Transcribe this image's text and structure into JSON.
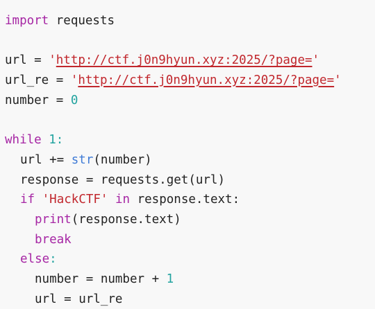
{
  "lines": [
    [
      "import",
      " requests"
    ],
    [
      ""
    ],
    [
      "url = ",
      "'",
      "http://ctf.j0n9hyun.xyz:2025/?page=",
      "'"
    ],
    [
      "url_re = ",
      "'",
      "http://ctf.j0n9hyun.xyz:2025/?page=",
      "'"
    ],
    [
      "number = ",
      "0"
    ],
    [
      ""
    ],
    [
      "while",
      " ",
      "1",
      ":"
    ],
    [
      "url += ",
      "str",
      "(number)"
    ],
    [
      "response = requests.get(url)"
    ],
    [
      "if",
      " ",
      "'HackCTF'",
      " ",
      "in",
      " response.text:"
    ],
    [
      "print",
      "(response.text)"
    ],
    [
      "break"
    ],
    [
      "else",
      ":"
    ],
    [
      "number = number + ",
      "1"
    ],
    [
      "url = url_re"
    ]
  ],
  "colors": {
    "background": "#f8f8f8",
    "text": "#222222",
    "keyword": "#a626a4",
    "number": "#22a39f",
    "builtin": "#3f7bd6",
    "string": "#c1272d"
  }
}
